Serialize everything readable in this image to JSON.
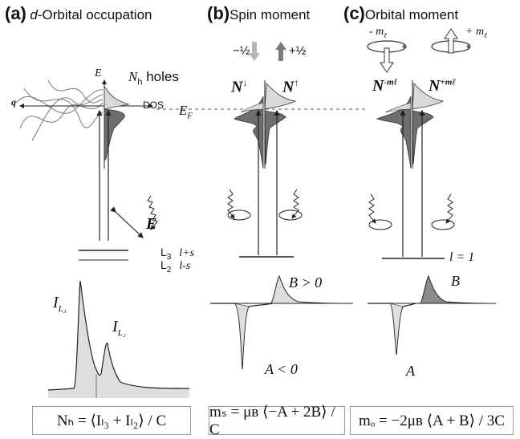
{
  "panels": [
    {
      "letter": "(a)",
      "title_prefix": "d",
      "title_rest": "-Orbital occupation"
    },
    {
      "letter": "(b)",
      "title": "Spin moment"
    },
    {
      "letter": "(c)",
      "title": "Orbital moment"
    }
  ],
  "panel_a": {
    "energy_axis": "E",
    "holes_n": "N",
    "holes_sub": "h",
    "holes_word": "holes",
    "q_axis": "q",
    "dos_axis": "DOS",
    "fermi": "E",
    "fermi_sub": "F",
    "efield": "E",
    "l3": "L",
    "l3_sub": "3",
    "l3_term": "l+s",
    "l2": "L",
    "l2_sub": "2",
    "l2_term": "l-s",
    "peak1": "I",
    "peak1_sub": "L₃",
    "peak2": "I",
    "peak2_sub": "L₂"
  },
  "panel_b": {
    "spin_minus": "−½",
    "spin_plus": "+½",
    "n_down": "N",
    "n_down_sup": "↓",
    "n_up": "N",
    "n_up_sup": "↑",
    "b_label": "B > 0",
    "a_label": "A < 0"
  },
  "panel_c": {
    "ml_minus": "- m",
    "ml_minus_sub": "ℓ",
    "ml_plus": "+ m",
    "ml_plus_sub": "ℓ",
    "n_minus": "N",
    "n_minus_sup": "-mℓ",
    "n_plus": "N",
    "n_plus_sup": "+mℓ",
    "l_label": "l = 1",
    "b_label": "B",
    "a_label": "A"
  },
  "formulas": {
    "a": "Nₕ = ⟨Iₗ₃ + Iₗ₂⟩ / C",
    "b": "mₛ = μʙ ⟨−A + 2B⟩ / C",
    "c": "mₒ = −2μʙ ⟨A + B⟩ / 3C"
  },
  "colors": {
    "dark_fill": "#6e6e6e",
    "light_fill": "#d9d9d9",
    "line": "#222222",
    "arrow_gray": "#8a8a8a"
  }
}
